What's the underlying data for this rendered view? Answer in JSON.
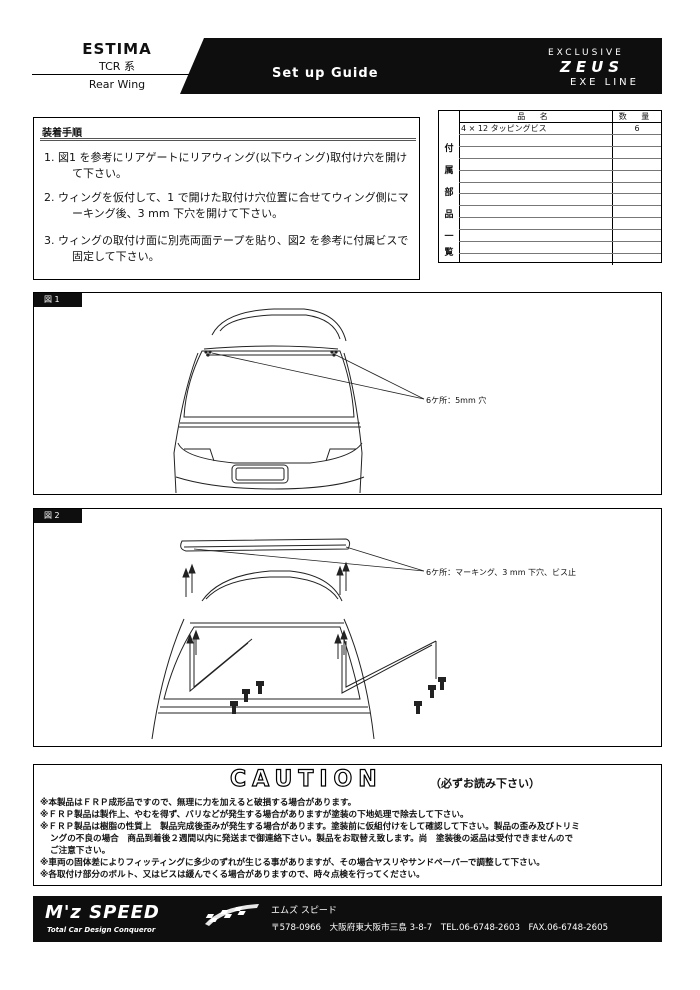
{
  "header": {
    "model": "ESTIMA",
    "series": "TCR 系",
    "part": "Rear Wing",
    "guide_title": "Set up Guide",
    "brand_exclusive": "EXCLUSIVE",
    "brand_zeus": "ZEUS",
    "brand_line": "EXE LINE"
  },
  "steps": {
    "heading": "装着手順",
    "items": [
      "1. 図1 を参考にリアゲートにリアウィング(以下ウィング)取付け穴を開けて下さい。",
      "2. ウィングを仮付して、1 で開けた取付け穴位置に合せてウィング側にマーキング後、3 mm 下穴を開けて下さい。",
      "3. ウィングの取付け面に別売両面テープを貼り、図2 を参考に付属ビスで固定して下さい。"
    ]
  },
  "parts": {
    "side_label": [
      "付",
      "属",
      "部",
      "品",
      "一",
      "覧"
    ],
    "col_name": "品 名",
    "col_qty": "数 量",
    "rows": [
      {
        "name": "4 × 12 タッピングビス",
        "qty": "6"
      },
      {
        "name": "",
        "qty": ""
      },
      {
        "name": "",
        "qty": ""
      },
      {
        "name": "",
        "qty": ""
      },
      {
        "name": "",
        "qty": ""
      },
      {
        "name": "",
        "qty": ""
      },
      {
        "name": "",
        "qty": ""
      },
      {
        "name": "",
        "qty": ""
      },
      {
        "name": "",
        "qty": ""
      },
      {
        "name": "",
        "qty": ""
      },
      {
        "name": "",
        "qty": ""
      },
      {
        "name": "",
        "qty": ""
      }
    ]
  },
  "figure1": {
    "label": "図 1",
    "callout": "6ケ所：5mm 穴"
  },
  "figure2": {
    "label": "図 2",
    "callout": "6ケ所：マーキング、3 mm 下穴、ビス止"
  },
  "caution": {
    "title": "CAUTION",
    "subtitle": "（必ずお読み下さい）",
    "notes": [
      "※本製品はＦＲＰ成形品ですので、無理に力を加えると破損する場合があります。",
      "※ＦＲＰ製品は製作上、やむを得ず、バリなどが発生する場合がありますが塗装の下地処理で除去して下さい。",
      "※ＦＲＰ製品は樹脂の性質上　製品完成後歪みが発生する場合があります。塗装前に仮組付けをして確認して下さい。製品の歪み及びトリミ",
      "ングの不良の場合　商品到着後２週間以内に発送まで御連絡下さい。製品をお取替え致します。尚　塗装後の返品は受付できませんので",
      "ご注意下さい。",
      "※車両の固体差によりフィッティングに多少のずれが生じる事がありますが、その場合ヤスリやサンドペーパーで調整して下さい。",
      "※各取付け部分のボルト、又はビスは緩んでくる場合がありますので、時々点検を行ってください。"
    ]
  },
  "footer": {
    "company": "M'z SPEED",
    "tagline": "Total Car Design Conqueror",
    "kana": "エムズ スピード",
    "address": "〒578-0966　大阪府東大阪市三島 3-8-7　TEL.06-6748-2603　FAX.06-6748-2605"
  }
}
